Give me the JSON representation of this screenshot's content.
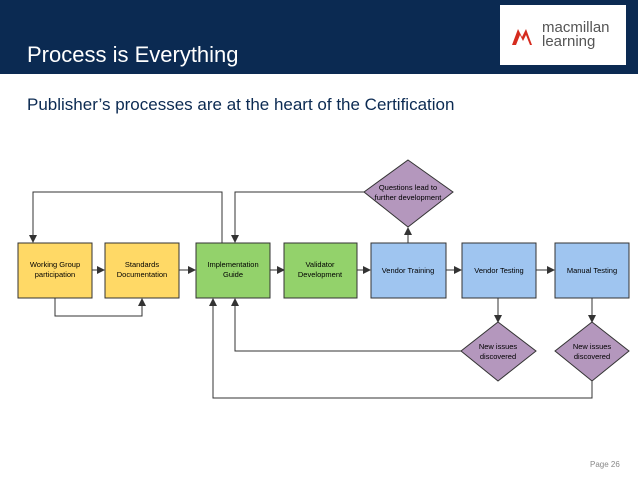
{
  "header": {
    "title": "Process is Everything",
    "logo": {
      "line1": "macmillan",
      "line2": "learning",
      "icon": "macmillan-logo-icon",
      "accent": "#d52b1e"
    }
  },
  "subtitle": "Publisher’s processes are at the heart of the Certification",
  "page_number": "Page 26",
  "diagram": {
    "colors": {
      "yellow": "#ffd966",
      "green": "#93d26b",
      "blue": "#9fc5f0",
      "purple": "#b497bd",
      "border": "#333333"
    },
    "nodes": [
      {
        "id": "working-group",
        "label": [
          "Working Group",
          "participation"
        ]
      },
      {
        "id": "standards-doc",
        "label": [
          "Standards",
          "Documentation"
        ]
      },
      {
        "id": "impl-guide",
        "label": [
          "Implementation",
          "Guide"
        ]
      },
      {
        "id": "validator-dev",
        "label": [
          "Validator",
          "Development"
        ]
      },
      {
        "id": "vendor-training",
        "label": [
          "Vendor Training"
        ]
      },
      {
        "id": "vendor-testing",
        "label": [
          "Vendor Testing"
        ]
      },
      {
        "id": "manual-testing",
        "label": [
          "Manual Testing"
        ]
      },
      {
        "id": "questions",
        "label": [
          "Questions lead to",
          "further development"
        ]
      },
      {
        "id": "new-issues-1",
        "label": [
          "New issues",
          "discovered"
        ]
      },
      {
        "id": "new-issues-2",
        "label": [
          "New issues",
          "discovered"
        ]
      }
    ]
  }
}
